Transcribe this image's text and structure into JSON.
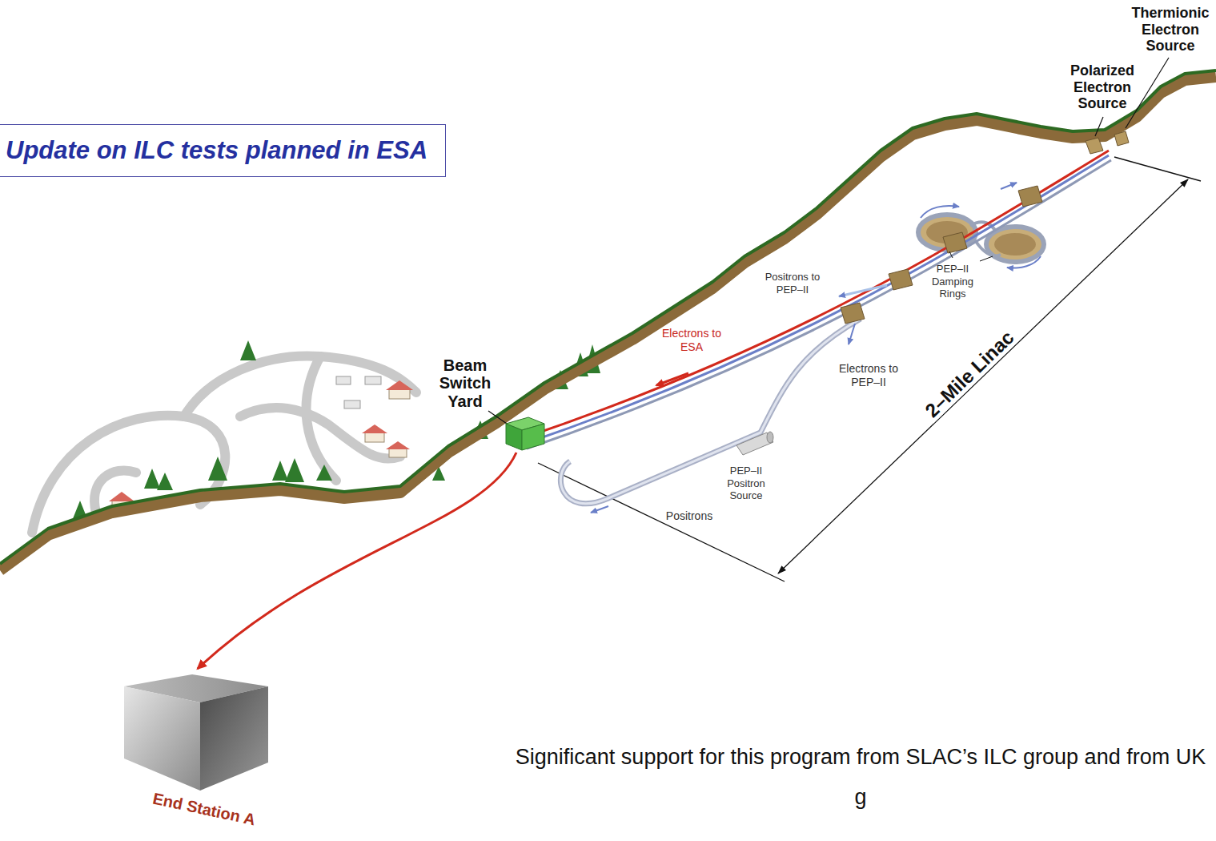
{
  "diagram": {
    "title": "Update on ILC tests planned in ESA",
    "caption": "Significant support for this program from SLAC’s ILC group and from UK g",
    "nodes": [
      {
        "text": [
          "Beam Switch Yard"
        ]
      },
      {
        "text": [
          "End Station A"
        ]
      }
    ],
    "edges": [
      {
        "from": 0,
        "to": 1,
        "arrow": "to"
      }
    ],
    "labels": [
      "Polarized Electron Source",
      "Thermionic Electron Source",
      "Positrons to PEP–II",
      "PEP–II Damping Rings",
      "Electrons to ESA",
      "Electrons to PEP–II",
      "2–Mile Linac",
      "PEP–II Positron Source",
      "Positrons"
    ]
  }
}
